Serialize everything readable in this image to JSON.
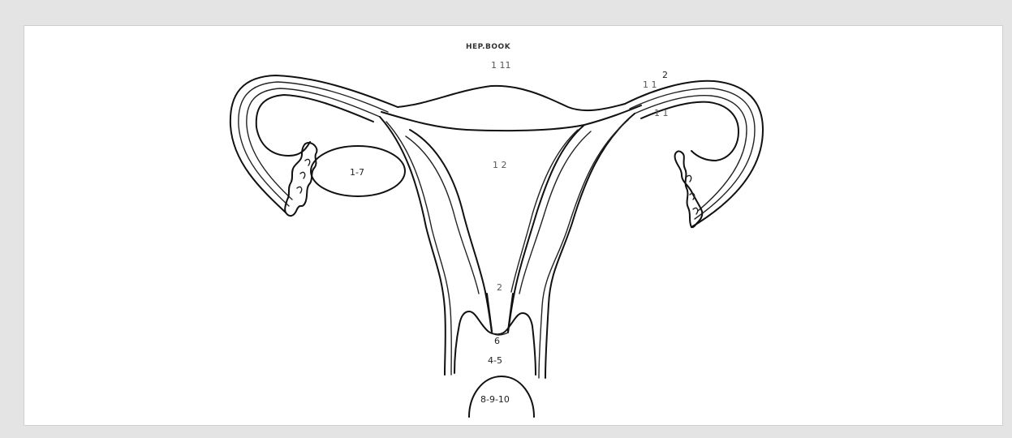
{
  "diagram": {
    "title": "HEP.BOOK",
    "labels": {
      "top_fundus": "1 11",
      "tube_upper": "2",
      "tube_mid": "1 1",
      "tube_lower": "1 1",
      "ovary": "1-7",
      "uterus_body": "1 2",
      "canal": "2",
      "cervix_os": "6",
      "cervix": "4-5",
      "vagina": "8-9-10"
    }
  }
}
